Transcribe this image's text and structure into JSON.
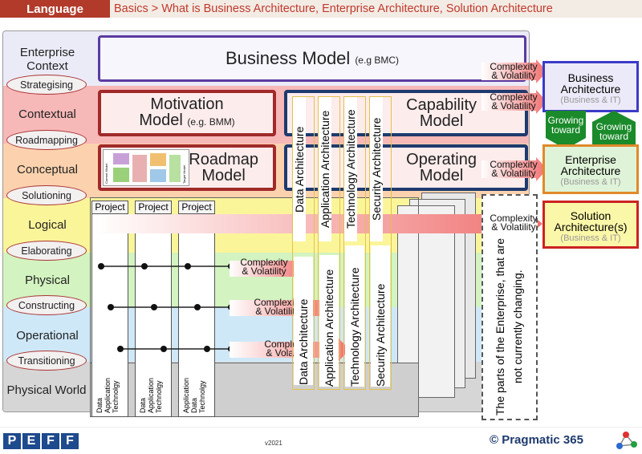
{
  "header": {
    "language_label": "Language",
    "breadcrumb": "Basics > What is Business Architecture, Enterprise Architecture, Solution Architecture"
  },
  "levels": [
    {
      "label": "Enterprise Context",
      "color": "#ebebf8"
    },
    {
      "label": "Contextual",
      "color": "#f7b8b8"
    },
    {
      "label": "Conceptual",
      "color": "#fcd2ae"
    },
    {
      "label": "Logical",
      "color": "#fbf59a"
    },
    {
      "label": "Physical",
      "color": "#d3f3c0"
    },
    {
      "label": "Operational",
      "color": "#cfe8f8"
    },
    {
      "label": "Physical World",
      "color": "#d6d6d6"
    }
  ],
  "processes": [
    "Strategising",
    "Roadmapping",
    "Solutioning",
    "Elaborating",
    "Constructing",
    "Transitioning"
  ],
  "models": {
    "business_model": "Business Model",
    "business_model_note": "(e.g BMC)",
    "motivation_model": "Motivation Model",
    "motivation_model_note": "(e.g. BMM)",
    "capability_model": "Capability Model",
    "roadmap_model": "Roadmap Model",
    "operating_model": "Operating Model"
  },
  "projects": [
    {
      "label": "Project",
      "items": "Data\nApplication\nTechnolgy"
    },
    {
      "label": "Project",
      "items": "Data\nApplication\nTechnolgy"
    },
    {
      "label": "Project",
      "items": "Application\nData\nTechnolgy"
    }
  ],
  "architecture_columns": [
    "Data Architecture",
    "Application Architecture",
    "Technology Architecture",
    "Security Architecture"
  ],
  "complexity_label": "Complexity\n& Volatility",
  "right_boxes": {
    "business_arch": "Business Architecture",
    "business_arch_sub": "(Business & IT)",
    "enterprise_arch": "Enterprise Architecture",
    "enterprise_arch_sub": "(Business & IT)",
    "solution_arch": "Solution Architecture(s)",
    "solution_arch_sub": "(Business & IT)",
    "growing_toward": "Growing toward"
  },
  "unchanging_note": "The parts of the Enterprise, that are not currently changing.",
  "roadmap_thumb": {
    "left": "Current Model",
    "right": "Target Model"
  },
  "footer": {
    "logo": "PEFF",
    "version": "v2021",
    "copyright": "© Pragmatic 365"
  },
  "colors": {
    "header_red": "#b23a2a",
    "box_red": "#a02a2a",
    "box_navy": "#1e3a6e",
    "business_border": "#3b3bc8",
    "enterprise_border": "#e08a2a",
    "solution_border": "#cc2222",
    "growing_green": "#1a8a2a"
  }
}
